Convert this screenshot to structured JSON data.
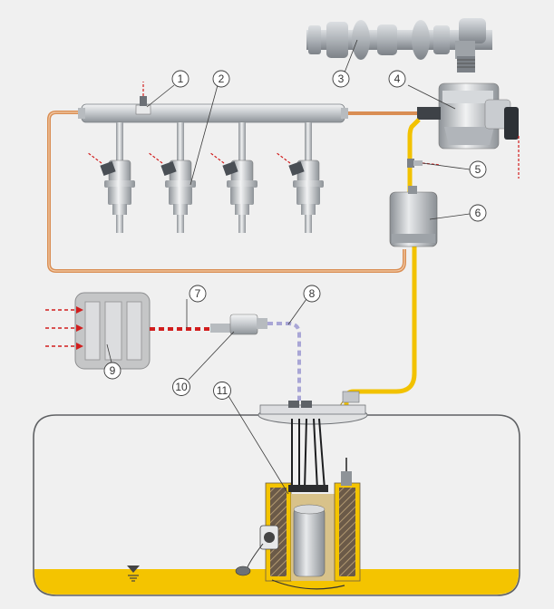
{
  "colors": {
    "background": "#f0f0f0",
    "fuel_line_low": "#f2c200",
    "fuel_line_high": "#d98e54",
    "signal_red": "#d11d1d",
    "signal_lavender": "#a9a6d6",
    "tank_fuel": "#f4c400",
    "metal": "#c8ccd0"
  },
  "callouts": [
    {
      "id": "1",
      "label": "1"
    },
    {
      "id": "2",
      "label": "2"
    },
    {
      "id": "3",
      "label": "3"
    },
    {
      "id": "4",
      "label": "4"
    },
    {
      "id": "5",
      "label": "5"
    },
    {
      "id": "6",
      "label": "6"
    },
    {
      "id": "7",
      "label": "7"
    },
    {
      "id": "8",
      "label": "8"
    },
    {
      "id": "9",
      "label": "9"
    },
    {
      "id": "10",
      "label": "10"
    },
    {
      "id": "11",
      "label": "11"
    }
  ]
}
